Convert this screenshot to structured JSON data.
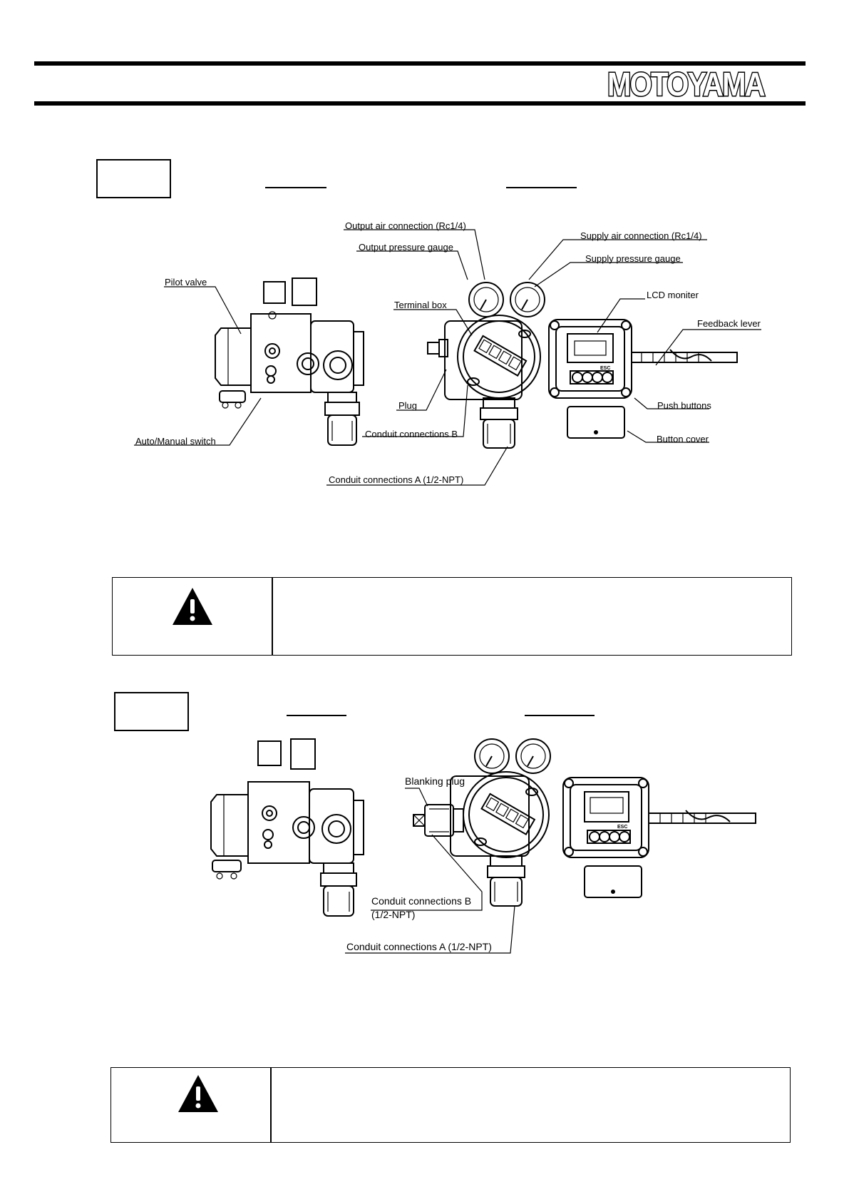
{
  "header": {
    "logo_text": "MOTOYAMA"
  },
  "figure1": {
    "labels": {
      "output_air_connection": "Output air connection (Rc1/4)",
      "output_pressure_gauge": "Output pressure gauge",
      "supply_air_connection": "Supply air connection (Rc1/4)",
      "supply_pressure_gauge": "Supply pressure gauge",
      "pilot_valve": "Pilot valve",
      "terminal_box": "Terminal box",
      "lcd_monitor": "LCD moniter",
      "feedback_lever": "Feedback lever",
      "plug": "Plug",
      "push_buttons": "Push buttons",
      "auto_manual_switch": "Auto/Manual switch",
      "conduit_b": "Conduit connections B",
      "button_cover": "Button cover",
      "conduit_a": "Conduit connections A (1/2-NPT)"
    },
    "button_marks": "ESC"
  },
  "figure2": {
    "labels": {
      "blanking_plug": "Blanking plug",
      "conduit_b_line1": "Conduit connections B",
      "conduit_b_line2": "(1/2-NPT)",
      "conduit_a": "Conduit connections A (1/2-NPT)"
    },
    "button_marks": "ESC"
  },
  "warning_icon": "warning-triangle-icon"
}
